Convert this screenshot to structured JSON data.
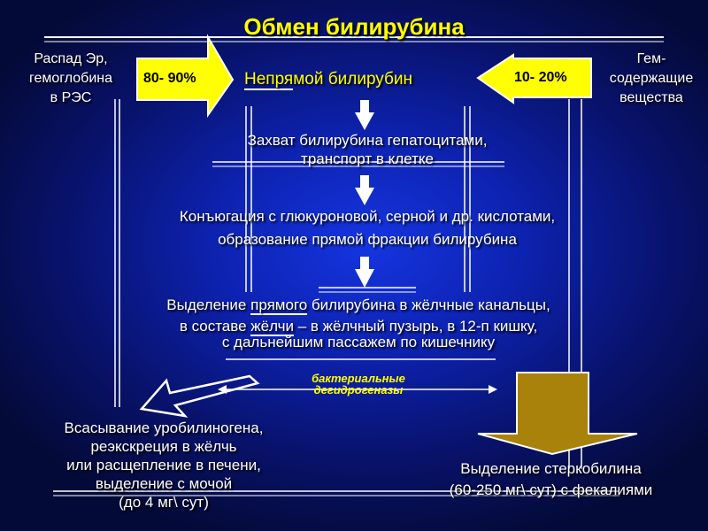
{
  "title": "Обмен билирубина",
  "left_source": {
    "line1": "Распад Эр,",
    "line2": "гемоглобина",
    "line3": "в РЭС",
    "percent": "80- 90%"
  },
  "right_source": {
    "line1": "Гем-",
    "line2": "содержащие",
    "line3": "вещества",
    "percent": "10- 20%"
  },
  "indirect": {
    "pre": "Непря",
    "mid": "мой",
    "post": " билирубин"
  },
  "step1": {
    "line1": "Захват билирубина гепатоцитами,",
    "line2": "транспорт в клетке"
  },
  "step2": {
    "line1": "Конъюгация с глюкуроновой, серной и др. кислотами,",
    "line2": "образование прямой фракции билирубина"
  },
  "step3": {
    "pre": "Выделение ",
    "under": "прямого",
    "post": " билирубина в жёлчные канальцы,",
    "line2a": "в составе ",
    "line2b": "жёлчи",
    "line2c": " – в жёлчный пузырь, в 12-п кишку,",
    "line3": "с дальнейшим пассажем по кишечнику"
  },
  "bacterial": {
    "line1": "бактериальные",
    "line2": "дегидрогеназы"
  },
  "left_bottom": {
    "line1": "Всасывание уробилиногена,",
    "line2": "реэкскреция в жёлчь",
    "line3": "или расщепление в печени,",
    "line4": "выделение с мочой",
    "line5": "(до 4 мг\\ сут)"
  },
  "right_bottom": {
    "line1": "Выделение стеркобилина",
    "line2": "(60-250 мг\\ сут) с фекалиями"
  },
  "colors": {
    "title": "#ffff00",
    "arrow_fill": "#ffff00",
    "big_arrow": "#b08a08",
    "text": "#ffffff"
  }
}
